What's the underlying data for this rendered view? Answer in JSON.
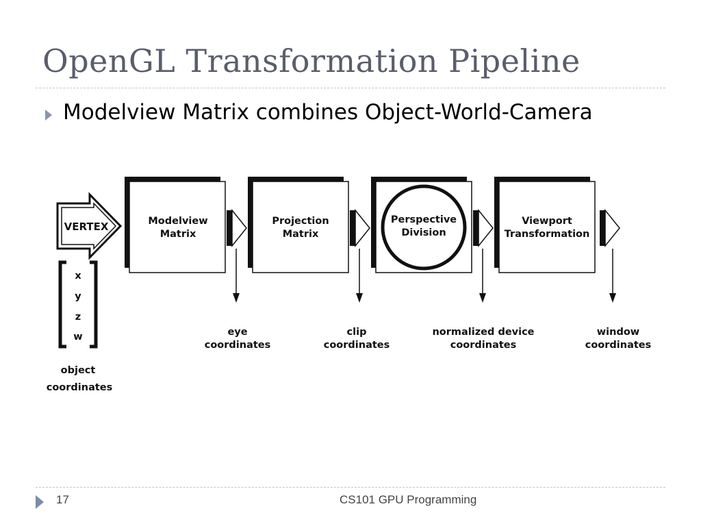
{
  "slide": {
    "title": "OpenGL Transformation Pipeline",
    "bullet": "Modelview Matrix combines Object-World-Camera"
  },
  "diagram": {
    "vertex_label": "VERTEX",
    "components": [
      "x",
      "y",
      "z",
      "w"
    ],
    "object_coords": [
      "object",
      "coordinates"
    ],
    "stages": [
      {
        "lines": [
          "Modelview",
          "Matrix"
        ]
      },
      {
        "lines": [
          "Projection",
          "Matrix"
        ]
      },
      {
        "lines": [
          "Perspective",
          "Division"
        ]
      },
      {
        "lines": [
          "Viewport",
          "Transformation"
        ]
      }
    ],
    "outputs": [
      {
        "lines": [
          "eye",
          "coordinates"
        ]
      },
      {
        "lines": [
          "clip",
          "coordinates"
        ]
      },
      {
        "lines": [
          "normalized device",
          "coordinates"
        ]
      },
      {
        "lines": [
          "window",
          "coordinates"
        ]
      }
    ]
  },
  "footer": {
    "page_number": "17",
    "course": "CS101 GPU Programming"
  }
}
